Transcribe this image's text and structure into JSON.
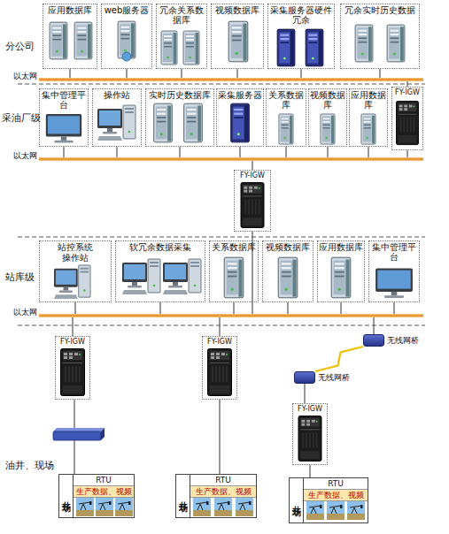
{
  "diagram": {
    "nodes": [
      {
        "text": [
          "应用数据库"
        ]
      },
      {
        "text": [
          "web服务器"
        ]
      },
      {
        "text": [
          "冗余关系数据库"
        ]
      },
      {
        "text": [
          "视频数据库"
        ]
      },
      {
        "text": [
          "采集服务器硬件冗余"
        ]
      },
      {
        "text": [
          "冗余实时历史数据"
        ]
      },
      {
        "text": [
          "以太网"
        ]
      },
      {
        "text": [
          "集中管理平台"
        ]
      },
      {
        "text": [
          "操作站"
        ]
      },
      {
        "text": [
          "实时历史数据库"
        ]
      },
      {
        "text": [
          "采集服务器"
        ]
      },
      {
        "text": [
          "关系数据库"
        ]
      },
      {
        "text": [
          "视频数据库"
        ]
      },
      {
        "text": [
          "应用数据库"
        ]
      },
      {
        "text": [
          "FY-IGW"
        ]
      },
      {
        "text": [
          "以太网"
        ]
      },
      {
        "text": [
          "FY-IGW"
        ]
      },
      {
        "text": [
          "站控系统",
          "操作站"
        ]
      },
      {
        "text": [
          "软冗余数据采集"
        ]
      },
      {
        "text": [
          "关系数据库"
        ]
      },
      {
        "text": [
          "视频数据库"
        ]
      },
      {
        "text": [
          "应用数据库"
        ]
      },
      {
        "text": [
          "集中管理平台"
        ]
      },
      {
        "text": [
          "以太网"
        ]
      },
      {
        "text": [
          "FY-IGW"
        ]
      },
      {
        "text": [
          "FY-IGW"
        ]
      },
      {
        "text": [
          "无线网桥"
        ]
      },
      {
        "text": [
          "无线网桥"
        ]
      },
      {
        "text": [
          "FY-IGW"
        ]
      },
      {
        "text": [
          "RTU",
          "生产数据、视频"
        ]
      },
      {
        "text": [
          "井场"
        ],
        "in": 29
      },
      {
        "text": [
          "RTU",
          "生产数据、视频"
        ]
      },
      {
        "text": [
          "井场"
        ],
        "in": 31
      },
      {
        "text": [
          "RTU",
          "生产数据、视频"
        ]
      },
      {
        "text": [
          "井场"
        ],
        "in": 33
      }
    ],
    "edges": [
      {
        "from": 0,
        "to": 6,
        "arrow": "none"
      },
      {
        "from": 1,
        "to": 6,
        "arrow": "none"
      },
      {
        "from": 2,
        "to": 6,
        "arrow": "none"
      },
      {
        "from": 3,
        "to": 6,
        "arrow": "none"
      },
      {
        "from": 4,
        "to": 6,
        "arrow": "none"
      },
      {
        "from": 5,
        "to": 6,
        "arrow": "none"
      },
      {
        "from": 7,
        "to": 15,
        "arrow": "none"
      },
      {
        "from": 8,
        "to": 15,
        "arrow": "none"
      },
      {
        "from": 9,
        "to": 15,
        "arrow": "none"
      },
      {
        "from": 10,
        "to": 15,
        "arrow": "none"
      },
      {
        "from": 11,
        "to": 15,
        "arrow": "none"
      },
      {
        "from": 12,
        "to": 15,
        "arrow": "none"
      },
      {
        "from": 13,
        "to": 15,
        "arrow": "none"
      },
      {
        "from": 6,
        "to": 14,
        "arrow": "none"
      },
      {
        "from": 14,
        "to": 15,
        "arrow": "none"
      },
      {
        "from": 15,
        "to": 16,
        "arrow": "none"
      },
      {
        "from": 16,
        "to": 23,
        "arrow": "none"
      },
      {
        "from": 17,
        "to": 23,
        "arrow": "none"
      },
      {
        "from": 18,
        "to": 23,
        "arrow": "none"
      },
      {
        "from": 19,
        "to": 23,
        "arrow": "none"
      },
      {
        "from": 20,
        "to": 23,
        "arrow": "none"
      },
      {
        "from": 21,
        "to": 23,
        "arrow": "none"
      },
      {
        "from": 22,
        "to": 23,
        "arrow": "none"
      },
      {
        "from": 23,
        "to": 24,
        "arrow": "none"
      },
      {
        "from": 23,
        "to": 25,
        "arrow": "none"
      },
      {
        "from": 23,
        "to": 26,
        "arrow": "none"
      },
      {
        "from": 26,
        "to": 27,
        "arrow": "none"
      },
      {
        "from": 27,
        "to": 28,
        "arrow": "none"
      },
      {
        "from": 24,
        "to": 29,
        "arrow": "none"
      },
      {
        "from": 25,
        "to": 31,
        "arrow": "none"
      },
      {
        "from": 28,
        "to": 33,
        "arrow": "none"
      }
    ],
    "labels": [
      "分公司",
      "采油厂级",
      "站库级",
      "油井、现场"
    ]
  }
}
